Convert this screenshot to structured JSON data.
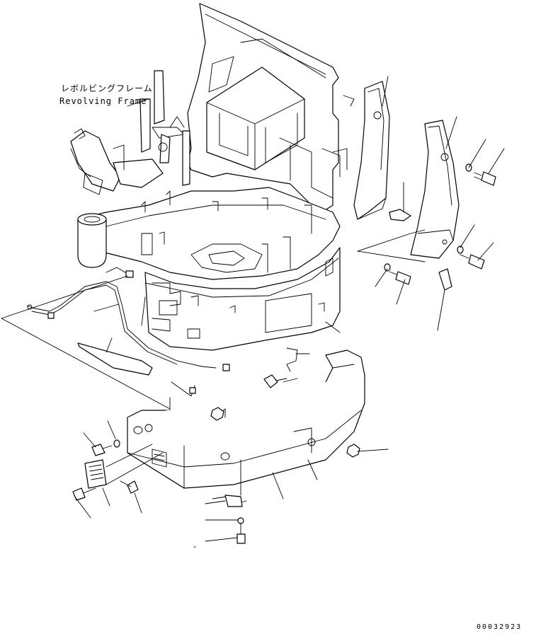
{
  "labels": {
    "revolving_frame_jp": "レボルビングフレーム",
    "revolving_frame_en": "Revolving Frame"
  },
  "drawing_number": "00032923"
}
